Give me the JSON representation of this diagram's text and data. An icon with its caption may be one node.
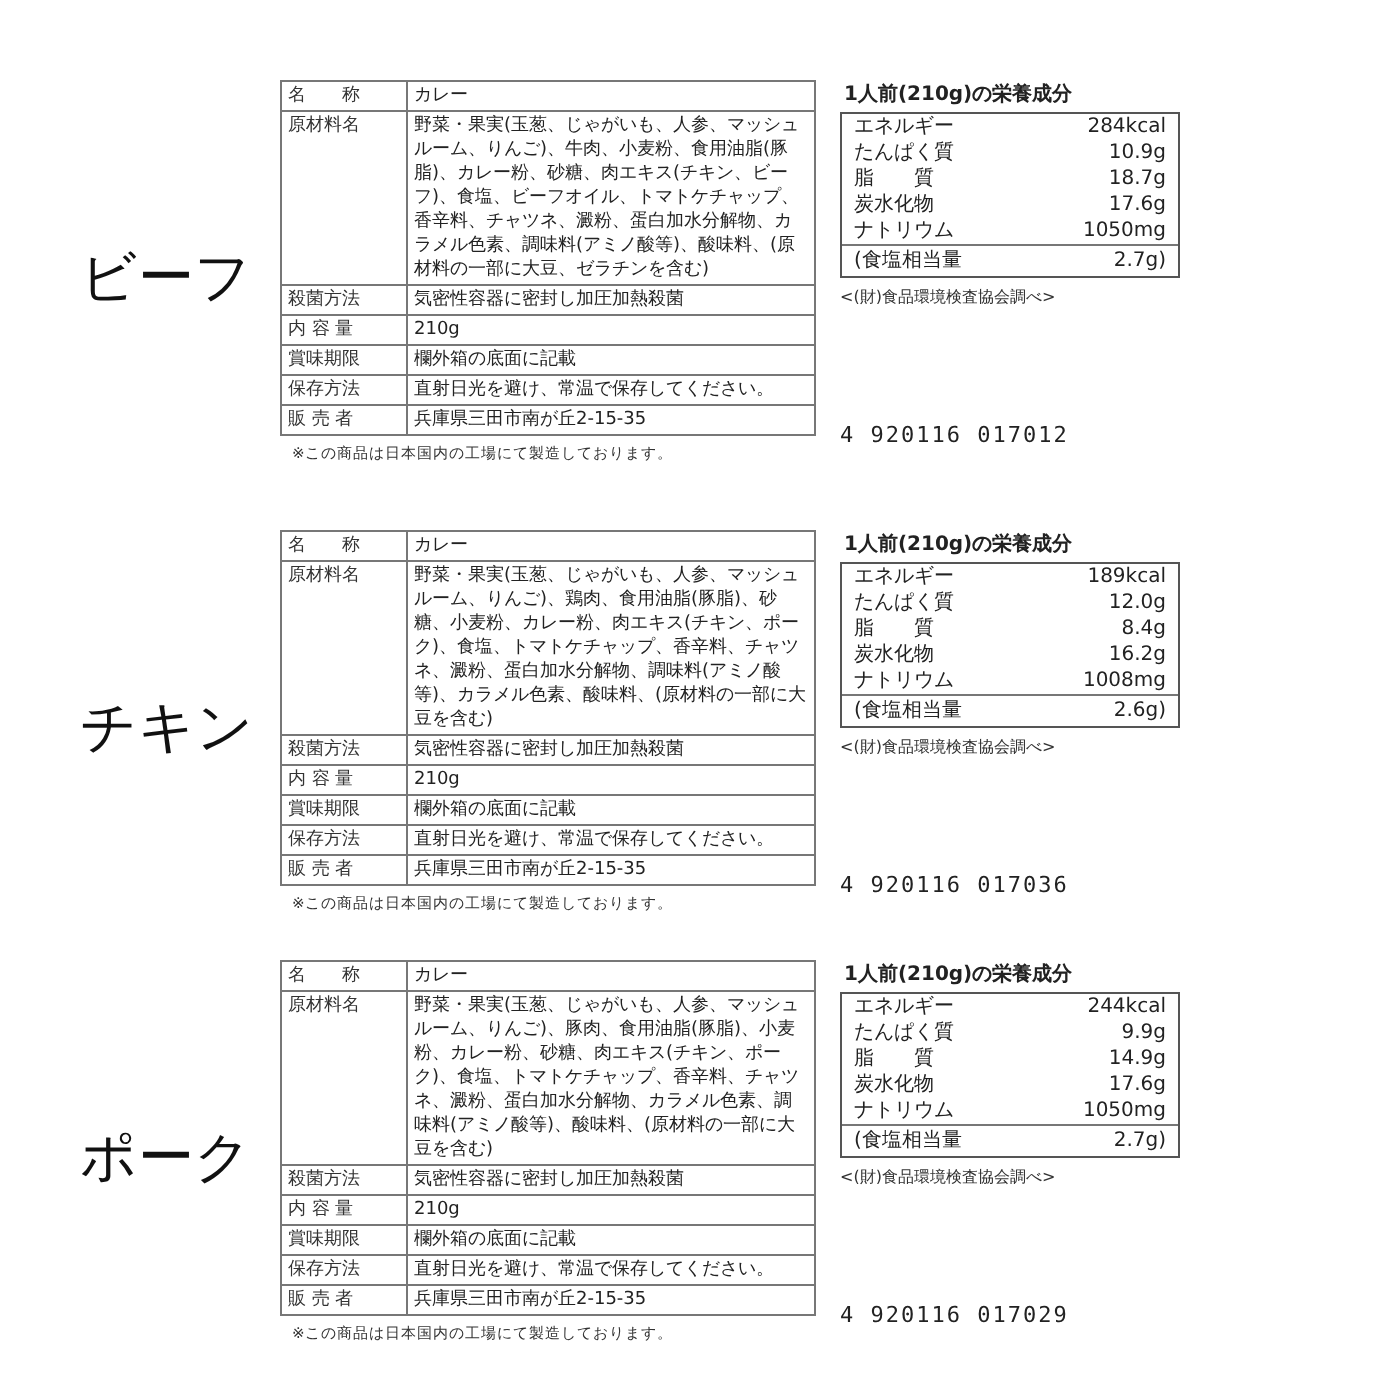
{
  "diagram": {
    "labels": [
      "ビーフ",
      "名　　称",
      "カレー",
      "原材料名",
      "野菜・果実(玉葱、じゃがいも、人参、マッシュルーム、りんご)、牛肉、小麦粉、食用油脂(豚脂)、カレー粉、砂糖、肉エキス(チキン、ビーフ)、食塩、ビーフオイル、トマトケチャップ、香辛料、チャツネ、澱粉、蛋白加水分解物、カラメル色素、調味料(アミノ酸等)、酸味料、(原材料の一部に大豆、ゼラチンを含む)",
      "殺菌方法",
      "気密性容器に密封し加圧加熱殺菌",
      "内 容 量",
      "210g",
      "賞味期限",
      "欄外箱の底面に記載",
      "保存方法",
      "直射日光を避け、常温で保存してください。",
      "販 売 者",
      "兵庫県三田市南が丘2-15-35",
      "※この商品は日本国内の工場にて製造しております。",
      "1人前(210g)の栄養成分",
      "エネルギー",
      "284kcal",
      "たんぱく質",
      "10.9g",
      "脂　　質",
      "18.7g",
      "炭水化物",
      "17.6g",
      "ナトリウム",
      "1050mg",
      "(食塩相当量",
      "2.7g)",
      "<(財)食品環境検査協会調べ>",
      "4 920116 017012",
      "チキン",
      "名　　称",
      "カレー",
      "原材料名",
      "野菜・果実(玉葱、じゃがいも、人参、マッシュルーム、りんご)、鶏肉、食用油脂(豚脂)、砂糖、小麦粉、カレー粉、肉エキス(チキン、ポーク)、食塩、トマトケチャップ、香辛料、チャツネ、澱粉、蛋白加水分解物、調味料(アミノ酸等)、カラメル色素、酸味料、(原材料の一部に大豆を含む)",
      "殺菌方法",
      "気密性容器に密封し加圧加熱殺菌",
      "内 容 量",
      "210g",
      "賞味期限",
      "欄外箱の底面に記載",
      "保存方法",
      "直射日光を避け、常温で保存してください。",
      "販 売 者",
      "兵庫県三田市南が丘2-15-35",
      "※この商品は日本国内の工場にて製造しております。",
      "1人前(210g)の栄養成分",
      "エネルギー",
      "189kcal",
      "たんぱく質",
      "12.0g",
      "脂　　質",
      "8.4g",
      "炭水化物",
      "16.2g",
      "ナトリウム",
      "1008mg",
      "(食塩相当量",
      "2.6g)",
      "<(財)食品環境検査協会調べ>",
      "4 920116 017036",
      "ポーク",
      "名　　称",
      "カレー",
      "原材料名",
      "野菜・果実(玉葱、じゃがいも、人参、マッシュルーム、りんご)、豚肉、食用油脂(豚脂)、小麦粉、カレー粉、砂糖、肉エキス(チキン、ポーク)、食塩、トマトケチャップ、香辛料、チャツネ、澱粉、蛋白加水分解物、カラメル色素、調味料(アミノ酸等)、酸味料、(原材料の一部に大豆を含む)",
      "殺菌方法",
      "気密性容器に密封し加圧加熱殺菌",
      "内 容 量",
      "210g",
      "賞味期限",
      "欄外箱の底面に記載",
      "保存方法",
      "直射日光を避け、常温で保存してください。",
      "販 売 者",
      "兵庫県三田市南が丘2-15-35",
      "※この商品は日本国内の工場にて製造しております。",
      "1人前(210g)の栄養成分",
      "エネルギー",
      "244kcal",
      "たんぱく質",
      "9.9g",
      "脂　　質",
      "14.9g",
      "炭水化物",
      "17.6g",
      "ナトリウム",
      "1050mg",
      "(食塩相当量",
      "2.7g)",
      "<(財)食品環境検査協会調べ>",
      "4 920116 017029"
    ]
  }
}
